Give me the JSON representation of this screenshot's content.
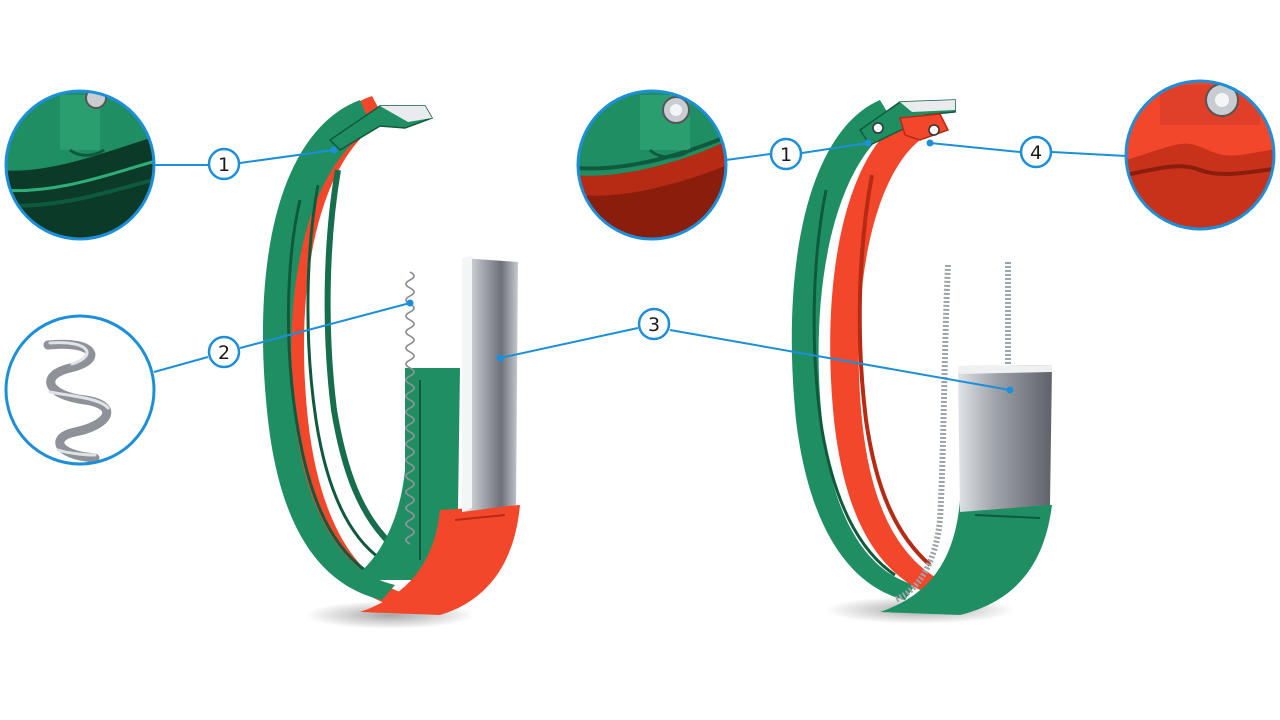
{
  "callouts": {
    "c1_left": "1",
    "c2": "2",
    "c3": "3",
    "c1_right": "1",
    "c4": "4"
  },
  "colors": {
    "green": "#1f8f63",
    "green_dark": "#0f5a3d",
    "red": "#f2472b",
    "red_dark": "#b72a14",
    "steel": "#a9adb3",
    "steel_dark": "#6c7077",
    "leader": "#1d8fd8"
  },
  "icons": {
    "detail_left_1": "lip-detail-icon",
    "detail_spring": "spring-coil-icon",
    "detail_right_1": "lip-detail-icon",
    "detail_right_4": "red-lip-detail-icon"
  }
}
